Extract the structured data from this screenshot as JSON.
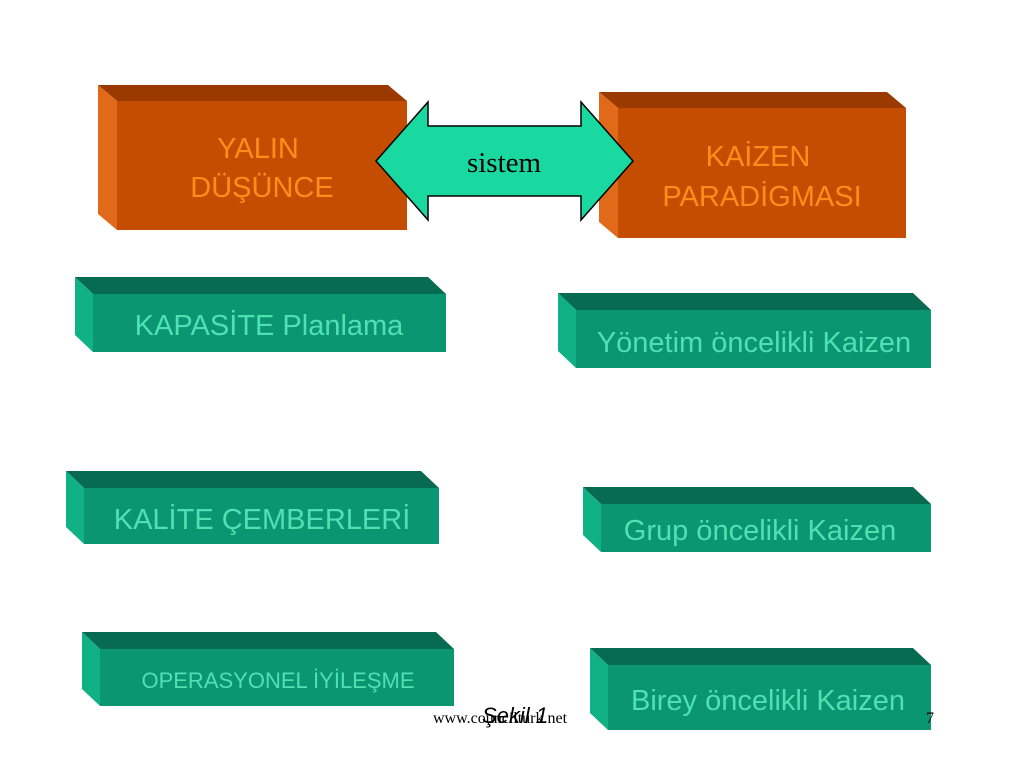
{
  "colors": {
    "orange_front": "#c54d02",
    "orange_top": "#9a3a01",
    "orange_side": "#e06a1a",
    "orange_text": "#ff8c1a",
    "green_front": "#0a9670",
    "green_top": "#066b50",
    "green_side": "#10b285",
    "green_text": "#4fe0b4",
    "arrow_fill": "#1ad9a0"
  },
  "top": {
    "left_box": {
      "line1": "YALIN",
      "line2": "DÜŞÜNCE"
    },
    "right_box": {
      "line1": "KAİZEN",
      "line2": "PARADİGMASI"
    },
    "arrow": {
      "label": "sistem"
    }
  },
  "left_column": [
    {
      "label": "KAPASİTE Planlama"
    },
    {
      "label": "KALİTE ÇEMBERLERİ"
    },
    {
      "label": "OPERASYONEL İYİLEŞME"
    }
  ],
  "right_column": [
    {
      "label": "Yönetim öncelikli Kaizen"
    },
    {
      "label": "Grup öncelikli Kaizen"
    },
    {
      "label": "Birey öncelikli Kaizen"
    }
  ],
  "footer": {
    "website": "www.councilturk.net",
    "caption": "Şekil 1",
    "page_number": "7"
  }
}
